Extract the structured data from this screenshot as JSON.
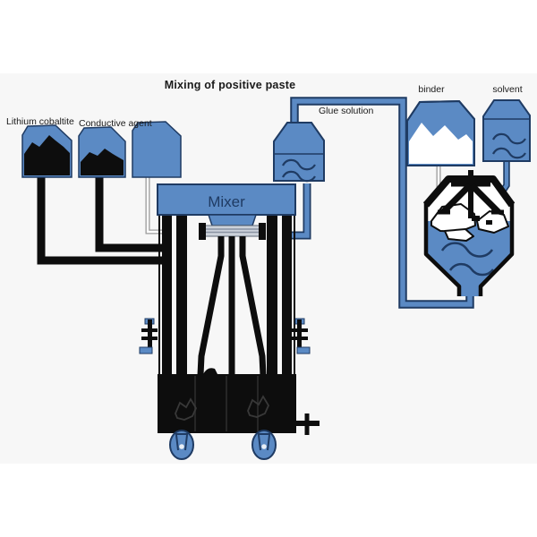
{
  "title": "Mixing of positive paste",
  "labels": {
    "lithium_cobaltite": "Lithium cobaltite",
    "conductive_agent": "Conductive agent",
    "mixer": "Mixer",
    "glue_solution": "Glue solution",
    "binder": "binder",
    "solvent": "solvent"
  },
  "palette": {
    "blue": "#5b8ac4",
    "navy": "#1f3b63",
    "black": "#0d0d0d",
    "white": "#ffffff",
    "graypipe": "#9a9a9a",
    "coupling": "#ccd2da",
    "scribble": "#383838",
    "bg": "#f7f7f7",
    "page": "#ffffff",
    "text": "#1a1a1a"
  }
}
